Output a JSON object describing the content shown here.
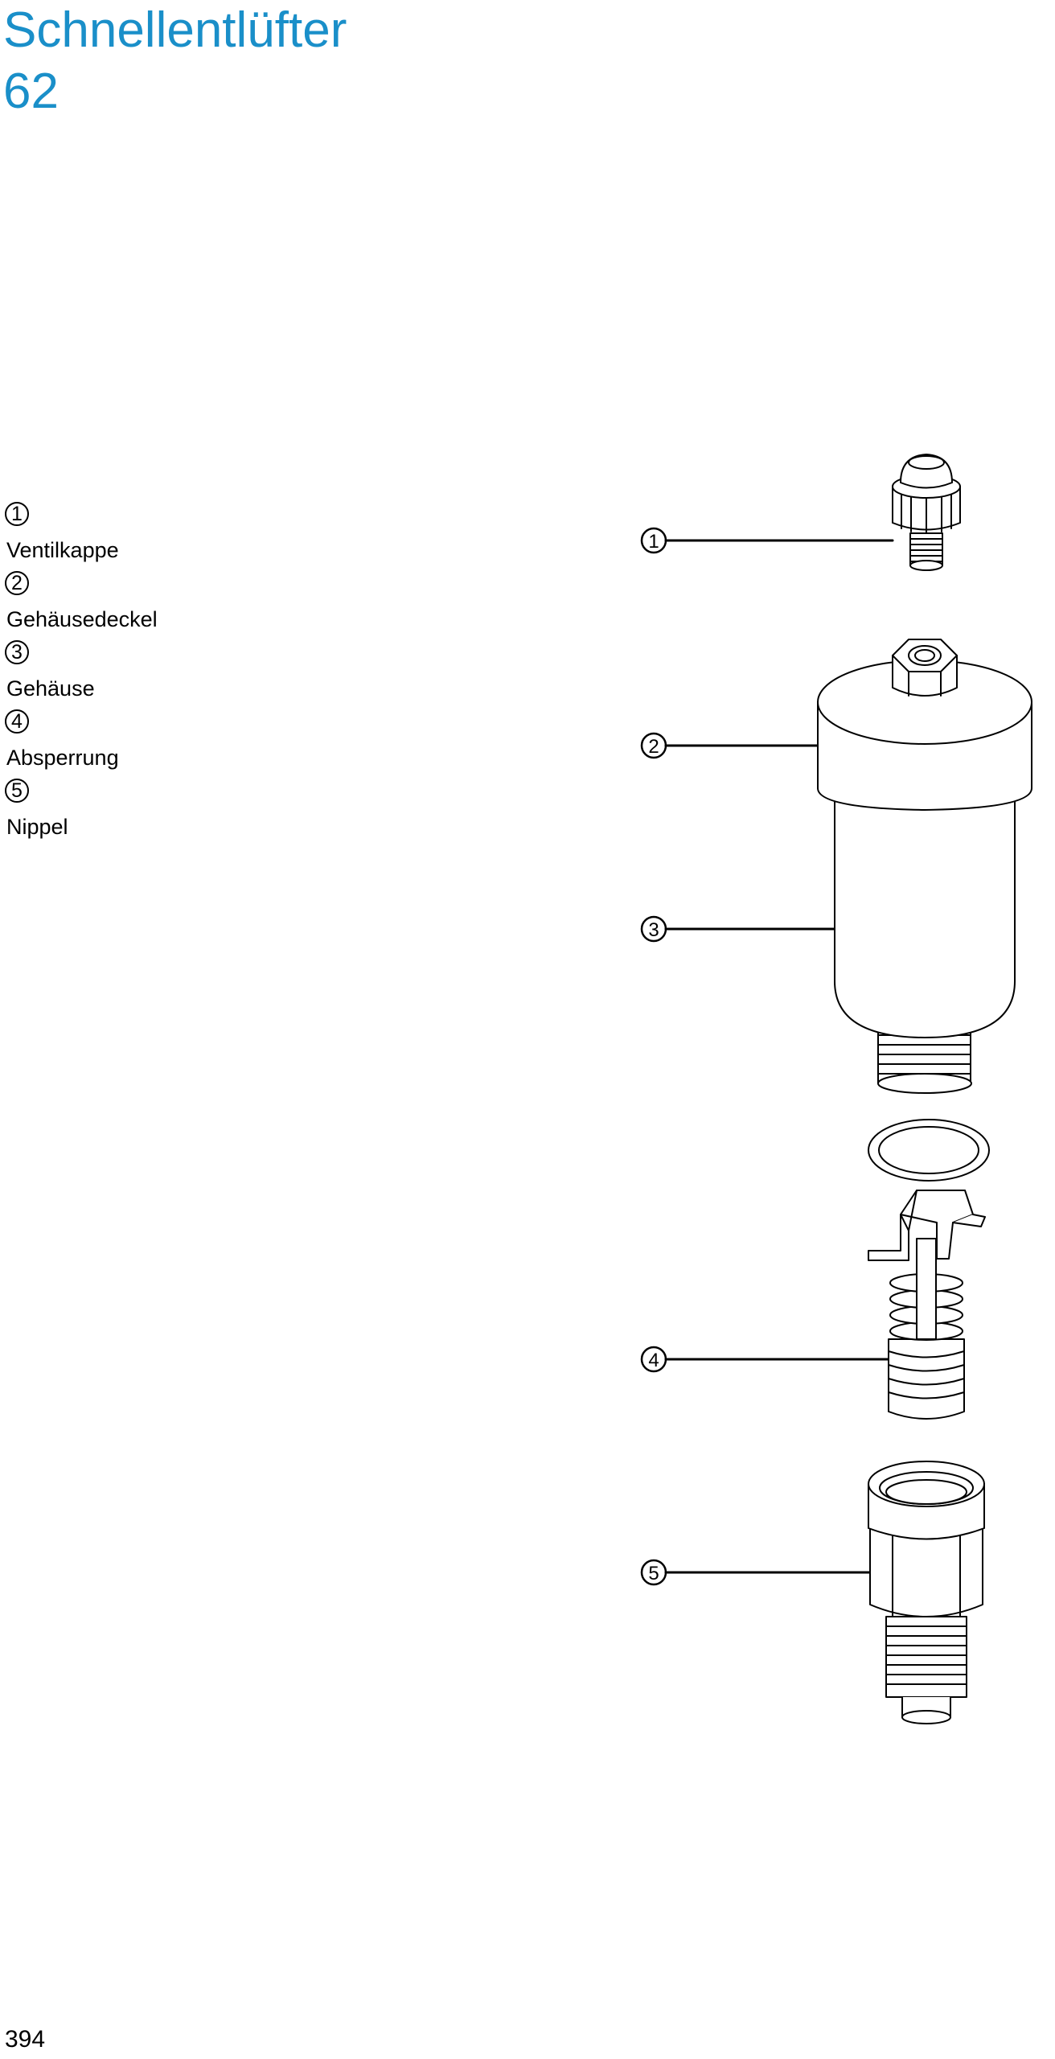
{
  "title": {
    "line1": "Schnellentlüfter",
    "line2": "62"
  },
  "legend": [
    {
      "number": "1",
      "label": "Ventilkappe"
    },
    {
      "number": "2",
      "label": "Gehäusedeckel"
    },
    {
      "number": "3",
      "label": "Gehäuse"
    },
    {
      "number": "4",
      "label": "Absperrung"
    },
    {
      "number": "5",
      "label": "Nippel"
    }
  ],
  "callouts": [
    "1",
    "2",
    "3",
    "4",
    "5"
  ],
  "page_number": "394",
  "colors": {
    "title": "#1a8fc9",
    "text": "#000000"
  }
}
